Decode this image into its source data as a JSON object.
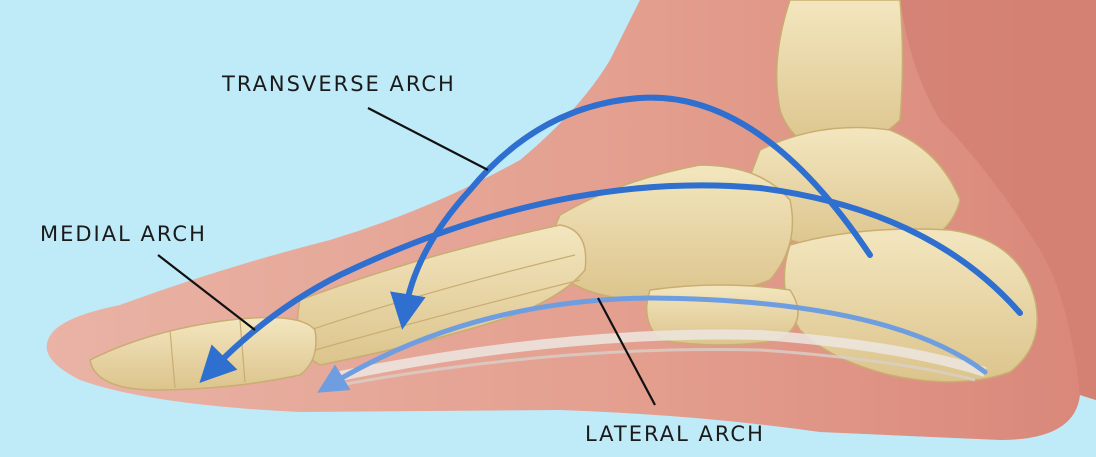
{
  "labels": {
    "transverse": "TRANSVERSE ARCH",
    "medial": "MEDIAL ARCH",
    "lateral": "LATERAL ARCH"
  },
  "colors": {
    "background": "#bfeaf8",
    "skin": "#e7a79a",
    "bone": "#ecd9a6",
    "arrow_primary": "#2f6fd0",
    "arrow_secondary": "#6f9ee0",
    "leader": "#111111"
  }
}
